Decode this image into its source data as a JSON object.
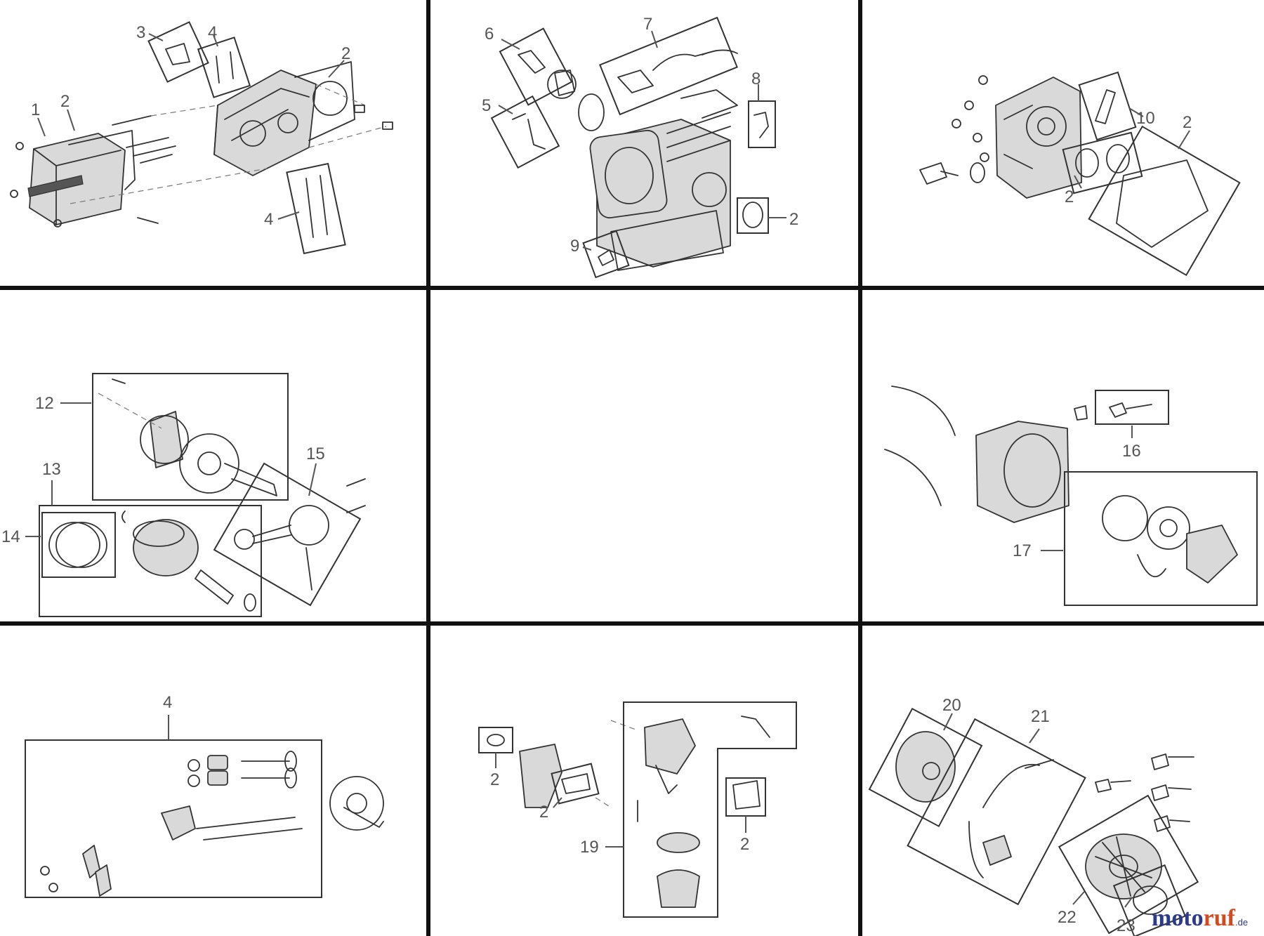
{
  "callouts": {
    "c1": "1",
    "c2a": "2",
    "c2b": "2",
    "c3": "3",
    "c4a": "4",
    "c4b": "4",
    "c5": "5",
    "c6": "6",
    "c7": "7",
    "c8": "8",
    "c9": "9",
    "c2c": "2",
    "c10": "10",
    "c2d": "2",
    "c2e": "2",
    "c12": "12",
    "c13": "13",
    "c14": "14",
    "c15": "15",
    "c16": "16",
    "c17": "17",
    "c4c": "4",
    "c2f": "2",
    "c2g": "2",
    "c2h": "2",
    "c19": "19",
    "c20": "20",
    "c21": "21",
    "c22": "22",
    "c23": "23"
  },
  "logo": {
    "part1": "moto",
    "part2": "ruf",
    "suffix": ".de"
  },
  "colors": {
    "grid": "#111111",
    "callout": "#555555",
    "brand_blue": "#2b3a8c",
    "brand_orange": "#d24a1e"
  }
}
